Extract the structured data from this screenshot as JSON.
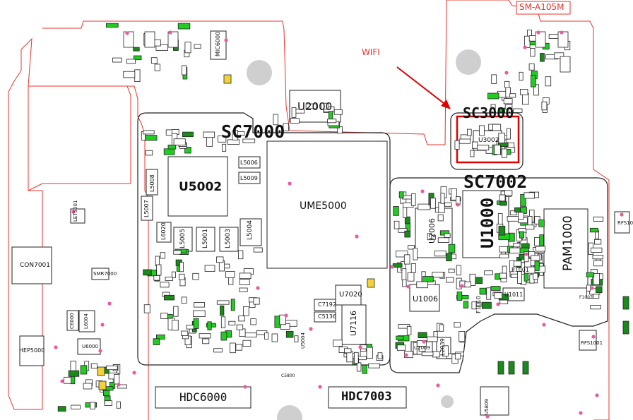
{
  "model_tag": "SM-A105M",
  "wifi_label": "WIFI",
  "colors": {
    "outline": "#e8332b",
    "shield": "#222222",
    "pad_green": "#22cc22",
    "pad_dark": "#1a8a1a",
    "hole": "#cfcfcf",
    "dot": "#e85ca0",
    "highlight": "#e00000"
  },
  "shields": {
    "sc7000": "SC7000",
    "sc3000": "SC3000",
    "sc7002": "SC7002"
  },
  "chips": {
    "u2000": "U2000",
    "u5002": "U5002",
    "ume5000": "UME5000",
    "u1000": "U1000",
    "pam1000": "PAM1000",
    "u2006": "U2006",
    "u1006": "U1006",
    "u7020": "U7020",
    "u7116": "U7116",
    "c5136": "C5136",
    "c7192": "C7192",
    "u3002": "U3002",
    "hdc6000": "HDC6000",
    "hdc7003": "HDC7003",
    "con7001": "CON7001",
    "hep5000": "HEP5000",
    "l5006": "L5006",
    "l5009": "L5009",
    "l5005": "L5005",
    "l5001": "L5001",
    "l5003": "L5003",
    "l5004": "L5004",
    "l5008": "L5008",
    "l5007": "L5007",
    "l6020": "L6020",
    "f1001": "F1001",
    "u1011": "U1011",
    "l2039": "L2039",
    "f1010": "F1010",
    "rfs1001": "RFS1001",
    "rfs10": "RFS10",
    "mic6000": "MIC6000",
    "let5001": "LET5001",
    "smr7000": "SMR7000",
    "u6000": "U6000",
    "c6000": "C6000",
    "l6004": "L6004",
    "u2009": "U2009",
    "u5004": "U5004",
    "f1007": "F1007",
    "c5800": "C5800",
    "u5809": "U5809"
  }
}
